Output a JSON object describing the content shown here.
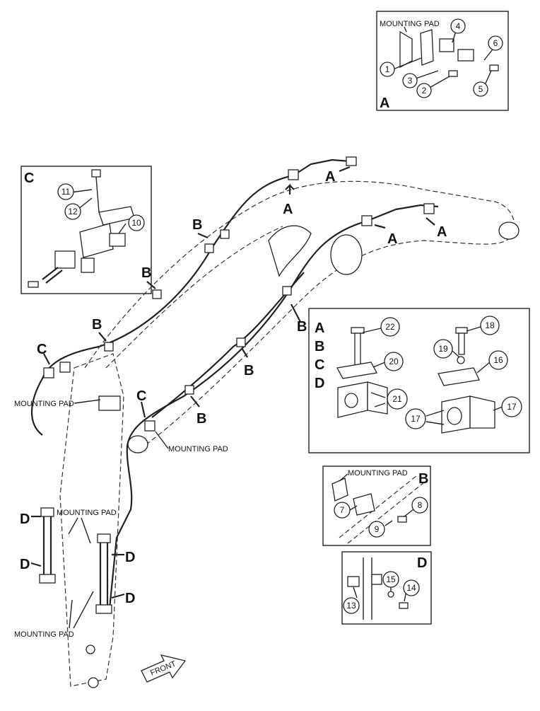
{
  "pad_label": "MOUNTING PAD",
  "front_label": "FRONT",
  "letters": {
    "a": "A",
    "b": "B",
    "c": "C",
    "d": "D"
  },
  "callouts": {
    "n1": "1",
    "n2": "2",
    "n3": "3",
    "n4": "4",
    "n5": "5",
    "n6": "6",
    "n7": "7",
    "n8": "8",
    "n9": "9",
    "n10": "10",
    "n11": "11",
    "n12": "12",
    "n13": "13",
    "n14": "14",
    "n15": "15",
    "n16": "16",
    "n17": "17",
    "n18": "18",
    "n19": "19",
    "n20": "20",
    "n21": "21",
    "n22": "22"
  },
  "colors": {
    "line": "#222222",
    "background": "#ffffff"
  }
}
